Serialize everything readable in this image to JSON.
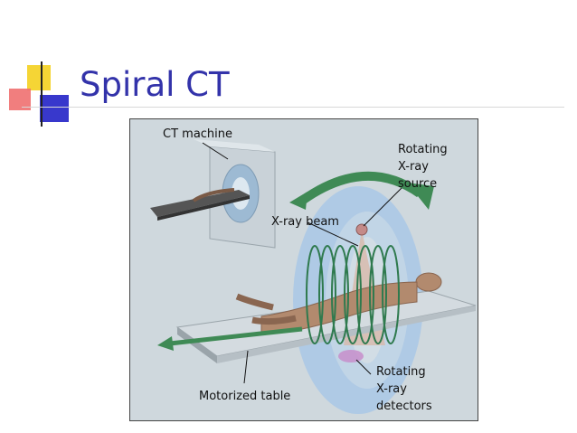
{
  "slide": {
    "title": "Spiral CT"
  },
  "figure": {
    "labels": {
      "ct_machine": "CT machine",
      "rotating_source": "Rotating\nX-ray\nsource",
      "xray_beam": "X-ray beam",
      "motorized_table": "Motorized table",
      "rotating_detectors": "Rotating\nX-ray\ndetectors"
    }
  },
  "colors": {
    "title": "#3333aa",
    "accent_yellow": "#f5d535",
    "accent_red": "#f07070",
    "accent_blue": "#4040d0",
    "panel_bg": "#cfd8dd",
    "gantry_blue": "#a9c8e6",
    "arrow_green": "#3f8a55"
  }
}
